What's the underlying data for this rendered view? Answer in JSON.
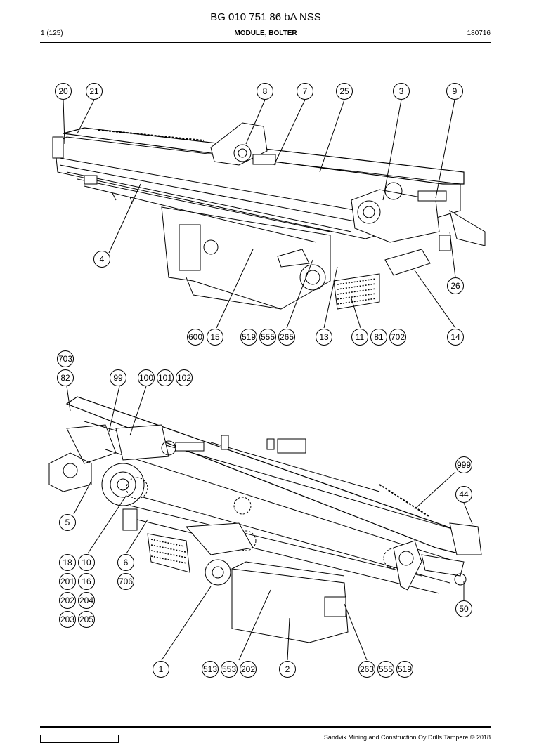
{
  "header": {
    "doc_number": "BG 010 751 86 bA NSS",
    "page": "1 (125)",
    "section_title": "MODULE, BOLTER",
    "date": "180716"
  },
  "footer": {
    "copyright": "Sandvik Mining and Construction Oy Drills Tampere © 2018"
  },
  "callouts": {
    "c20": "20",
    "c21": "21",
    "c8": "8",
    "c7": "7",
    "c25": "25",
    "c3": "3",
    "c9": "9",
    "c4": "4",
    "c26": "26",
    "c600": "600",
    "c15": "15",
    "c519a": "519",
    "c555a": "555",
    "c265": "265",
    "c13": "13",
    "c11": "11",
    "c81": "81",
    "c702": "702",
    "c14": "14",
    "c703": "703",
    "c82": "82",
    "c99": "99",
    "c100": "100",
    "c101": "101",
    "c102": "102",
    "c999": "999",
    "c44": "44",
    "c5": "5",
    "c18": "18",
    "c10": "10",
    "c6": "6",
    "c201": "201",
    "c16": "16",
    "c706": "706",
    "c202a": "202",
    "c204": "204",
    "c203": "203",
    "c205": "205",
    "c50": "50",
    "c1": "1",
    "c513": "513",
    "c553": "553",
    "c202b": "202",
    "c2": "2",
    "c263": "263",
    "c555b": "555",
    "c519b": "519"
  }
}
